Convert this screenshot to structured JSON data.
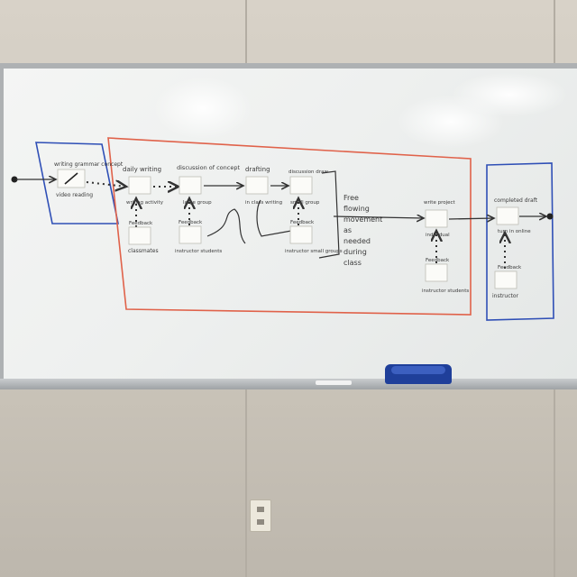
{
  "inputs": {
    "writing_concept": "writing grammar concept",
    "video_reading": "video reading"
  },
  "main_loop": {
    "daily_writing": "daily writing",
    "writing_activity": "writing activity",
    "feedback_1": "Feedback",
    "classmates": "classmates",
    "discussion_of_concept": "discussion of concept",
    "large_group": "large group",
    "feedback_2": "Feedback",
    "instructor_students": "instructor students",
    "drafting": "drafting",
    "in_class_writing": "in class writing",
    "discussion_draw": "discussion draw",
    "small_group": "small group",
    "feedback_3": "Feedback",
    "instructor_small_groups": "instructor small groups",
    "free_flowing": [
      "Free",
      "flowing",
      "movement",
      "as",
      "needed",
      "during",
      "class"
    ]
  },
  "right_loop": {
    "write_project": "write project",
    "individual": "individual",
    "feedback": "Feedback",
    "instructor_students": "instructor students"
  },
  "outputs": {
    "completed_draft": "completed draft",
    "turn_in": "turn in online",
    "feedback": "Feedback",
    "instructor": "instructor"
  }
}
